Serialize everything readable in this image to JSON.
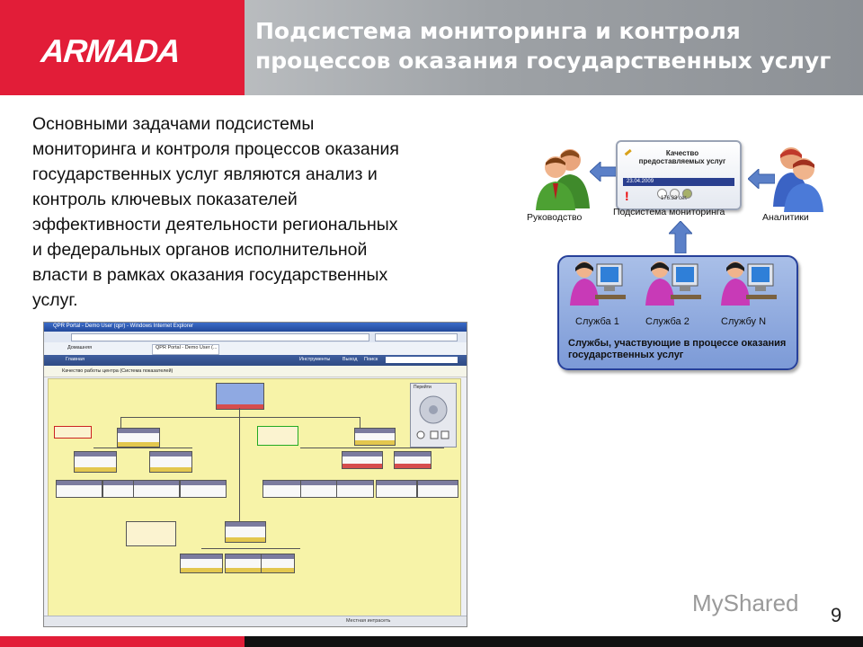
{
  "brand": {
    "logo_text": "ARMADA",
    "red": "#e21d38",
    "dark": "#111111"
  },
  "title": {
    "line1": "Подсистема мониторинга и контроля",
    "line2": "процессов оказания государственных услуг"
  },
  "body": {
    "lines": [
      "Основными задачами подсистемы",
      "мониторинга и контроля процессов оказания",
      "государственных услуг являются анализ и",
      "контроль ключевых показателей",
      "эффективности деятельности региональных",
      "и федеральных органов исполнительной",
      "власти в рамках оказания государственных",
      "услуг."
    ]
  },
  "diagram": {
    "left_label": "Руководство",
    "center_label": "Подсистема мониторинга",
    "right_label": "Аналитики",
    "card": {
      "title": "Качество предоставляемых услуг",
      "date": "23.04.2009",
      "value": "176.33 сег."
    },
    "services": [
      "Служба 1",
      "Служба 2",
      "Службу N"
    ],
    "services_caption": "Службы, участвующие в процессе оказания государственных услуг"
  },
  "screenshot": {
    "window_title": "QPR Portal - Demo User (qpr) - Windows Internet Explorer",
    "tab1": "Домашняя",
    "tab2": "QPR Portal - Demo User (...",
    "menu_item1": "Главная",
    "menu_item2": "Инструменты",
    "menu_item3": "Выход",
    "menu_item4": "Поиск",
    "canvas_title": "Качество работы центра (Система показателей)",
    "nav_panel_label": "Перейти",
    "status_text": "Местная интрасеть"
  },
  "watermark": "MyShared",
  "page_number": "9"
}
